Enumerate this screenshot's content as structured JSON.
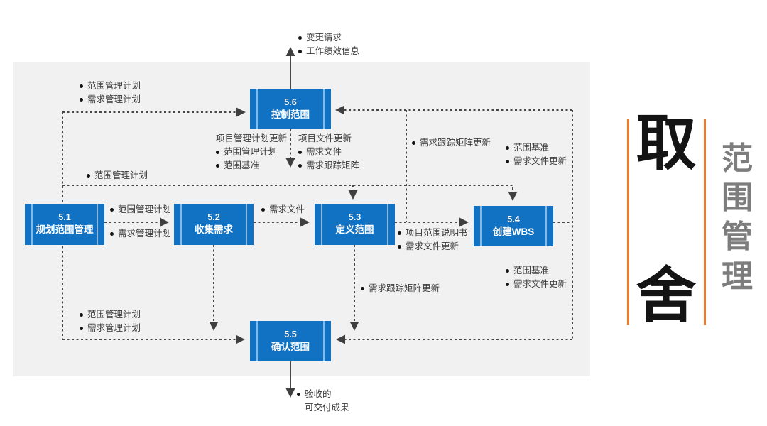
{
  "title": "范围管理",
  "colors": {
    "process_box_blue": "#1172c4",
    "panel_gray": "#f1f1f1",
    "connector_gray": "#474747",
    "accent_orange": "#f07b28",
    "side_label_gray": "#7d7d7d",
    "headline_black": "#141414"
  },
  "boxes": {
    "b51": {
      "number": "5.1",
      "name": "规划范围管理"
    },
    "b52": {
      "number": "5.2",
      "name": "收集需求"
    },
    "b53": {
      "number": "5.3",
      "name": "定义范围"
    },
    "b54": {
      "number": "5.4",
      "name": "创建WBS"
    },
    "b55": {
      "number": "5.5",
      "name": "确认范围"
    },
    "b56": {
      "number": "5.6",
      "name": "控制范围"
    }
  },
  "labels": {
    "control_outputs_top": {
      "items": [
        "变更请求",
        "工作绩效信息"
      ]
    },
    "plans_to_control": {
      "items": [
        "范围管理计划",
        "需求管理计划"
      ]
    },
    "pm_plan_updates": {
      "title": "项目管理计划更新",
      "items": [
        "范围管理计划",
        "范围基准"
      ]
    },
    "project_doc_updates": {
      "title": "项目文件更新",
      "items": [
        "需求文件",
        "需求跟踪矩阵"
      ]
    },
    "rtm_update_to_control": {
      "items": [
        "需求跟踪矩阵更新"
      ]
    },
    "baseline_to_control": {
      "items": [
        "范围基准",
        "需求文件更新"
      ]
    },
    "scope_plan_feed": {
      "items": [
        "范围管理计划"
      ]
    },
    "plan_out_top": {
      "items": [
        "范围管理计划"
      ]
    },
    "plan_out_bottom": {
      "items": [
        "需求管理计划"
      ]
    },
    "requirements_docs": {
      "items": [
        "需求文件"
      ]
    },
    "scope_statement": {
      "items": [
        "项目范围说明书",
        "需求文件更新"
      ]
    },
    "baseline_to_validate": {
      "items": [
        "范围基准",
        "需求文件更新"
      ]
    },
    "rtm_update_to_validate": {
      "items": [
        "需求跟踪矩阵更新"
      ]
    },
    "plans_to_validate": {
      "items": [
        "范围管理计划",
        "需求管理计划"
      ]
    },
    "accepted_deliverables": {
      "items": [
        "验收的\n可交付成果"
      ]
    }
  },
  "side": {
    "headline_top": "取",
    "headline_bottom": "舍",
    "vertical_label": [
      "范",
      "围",
      "管",
      "理"
    ]
  }
}
